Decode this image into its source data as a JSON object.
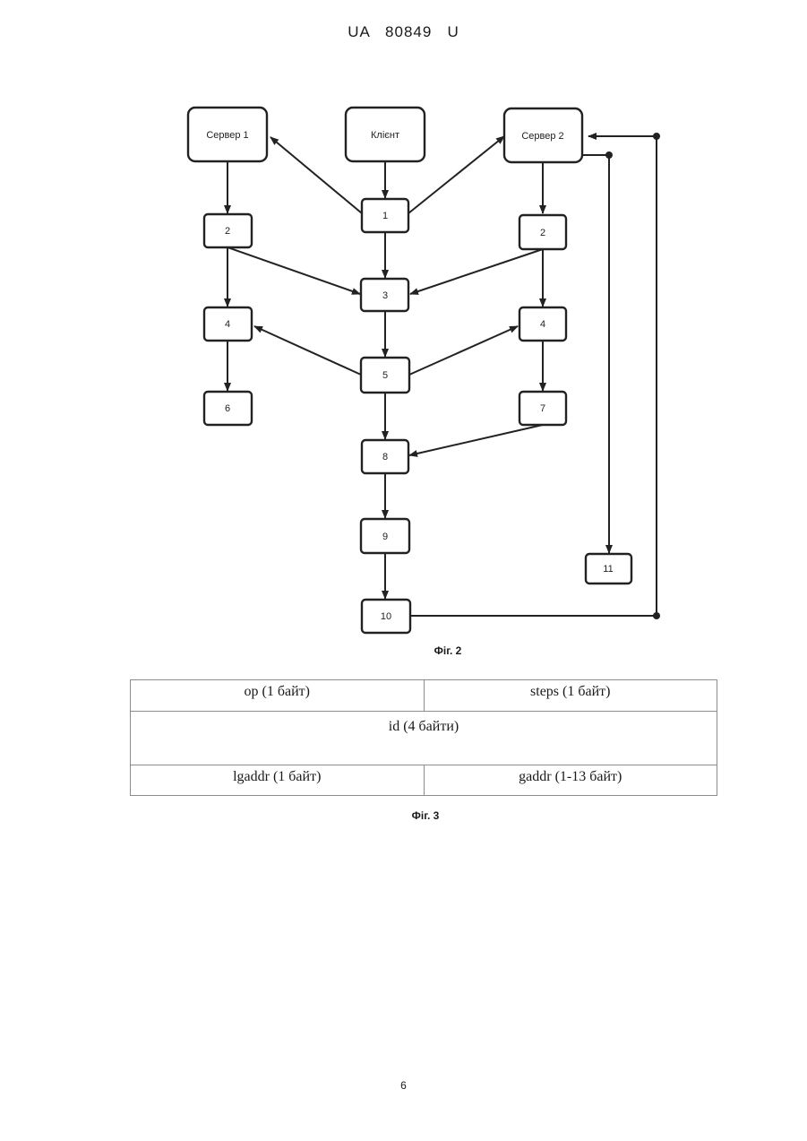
{
  "header": {
    "text": "UA   80849   U"
  },
  "figure2": {
    "caption": "Фіг. 2",
    "nodes": {
      "server1": "Сервер 1",
      "client": "Клієнт",
      "server2": "Сервер 2",
      "n1": "1",
      "n2_left": "2",
      "n2_right": "2",
      "n3": "3",
      "n4_left": "4",
      "n4_right": "4",
      "n5": "5",
      "n6": "6",
      "n7": "7",
      "n8": "8",
      "n9": "9",
      "n10": "10",
      "n11": "11"
    }
  },
  "figure3": {
    "caption": "Фіг. 3",
    "rows": [
      [
        "op (1 байт)",
        "steps (1 байт)"
      ],
      [
        "id (4 байти)"
      ],
      [
        "lgaddr (1 байт)",
        "gaddr (1-13 байт)"
      ]
    ]
  },
  "page_number": "6"
}
